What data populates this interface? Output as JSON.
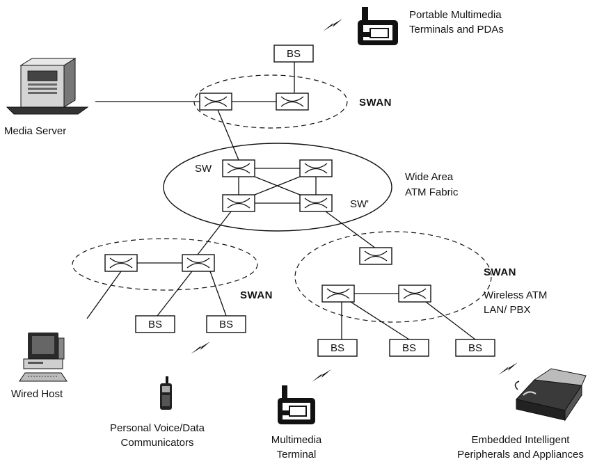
{
  "labels": {
    "portable": [
      "Portable Multimedia",
      "Terminals and PDAs"
    ],
    "media_server": "Media Server",
    "swan": "SWAN",
    "wide_area": [
      "Wide Area",
      "ATM Fabric"
    ],
    "sw": "SW",
    "sw_prime": "SW'",
    "wireless_atm": [
      "Wireless ATM",
      "LAN/ PBX"
    ],
    "wired_host": "Wired Host",
    "personal": [
      "Personal Voice/Data",
      "Communicators"
    ],
    "multimedia_terminal": [
      "Multimedia",
      "Terminal"
    ],
    "embedded": [
      "Embedded Intelligent",
      "Peripherals and Appliances"
    ],
    "bs": "BS"
  },
  "icons": [
    "server-icon",
    "portable-terminal-icon",
    "desktop-computer-icon",
    "cell-phone-icon",
    "fax-machine-icon",
    "radio-link-icon",
    "atm-switch-icon"
  ]
}
